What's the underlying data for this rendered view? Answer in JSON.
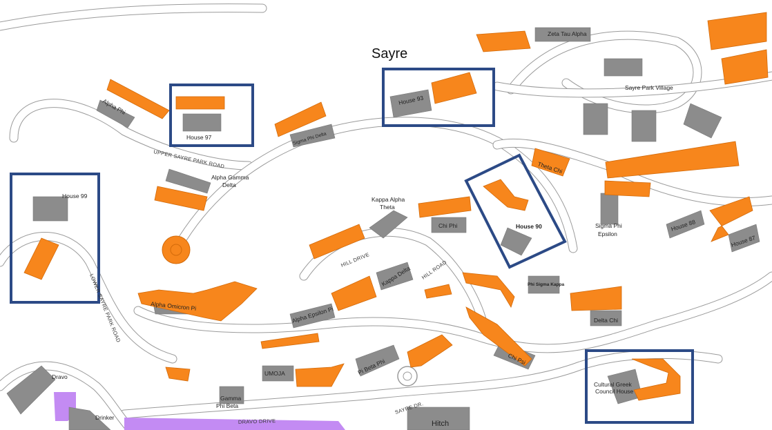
{
  "map": {
    "area_title": "Sayre",
    "colors": {
      "fraternity_building": "#f7861c",
      "other_building": "#8c8c8c",
      "road_outline": "#9a9a9a",
      "dravo_drive_path": "#c38bf3",
      "highlight_box": "#2c4a86"
    },
    "roads": {
      "upper_sayre": "UPPER SAYRE PARK ROAD",
      "lower_sayre": "LOWER SAYRE PARK ROAD",
      "hill_drive": "HILL DRIVE",
      "hill_road": "HILL ROAD",
      "sayre_dr": "SAYRE DR.",
      "dravo_drive": "DRAVO DRIVE"
    },
    "labels": {
      "zeta_tau_alpha": "Zeta Tau Alpha",
      "sayre_park_village": "Sayre Park Village",
      "alpha_phi": "Alpha Phi",
      "house_97": "House 97",
      "house_93": "House 93",
      "sigma_phi_delta": "Sigma Phi Delta",
      "alpha_gamma_delta_1": "Alpha Gamma",
      "alpha_gamma_delta_2": "Delta",
      "house_99": "House 99",
      "kappa_alpha_theta_1": "Kappa Alpha",
      "kappa_alpha_theta_2": "Theta",
      "chi_phi": "Chi Phi",
      "theta_chi": "Theta Chi",
      "house_90": "House 90",
      "sigma_phi_epsilon_1": "Sigma Phi",
      "sigma_phi_epsilon_2": "Epsilon",
      "house_88": "House 88",
      "house_87": "House 87",
      "alpha_omicron_pi": "Alpha Omicron Pi",
      "alpha_epsilon_pi": "Alpha Epsilon Pi",
      "kappa_delta": "Kappa Delta",
      "phi_sigma_kappa": "Phi Sigma Kappa",
      "delta_chi": "Delta Chi",
      "chi_psi": "Chi Psi",
      "pi_beta_phi": "Pi Beta Phi",
      "umoja": "UMOJA",
      "gamma_phi_beta_1": "Gamma",
      "gamma_phi_beta_2": "Phi Beta",
      "dravo": "Dravo",
      "drinker": "Drinker",
      "hitch": "Hitch",
      "cultural_greek_1": "Cultural Greek",
      "cultural_greek_2": "Council House"
    },
    "highlighted_houses": [
      "House 97",
      "House 93",
      "House 99",
      "House 90",
      "Cultural Greek Council House"
    ]
  }
}
